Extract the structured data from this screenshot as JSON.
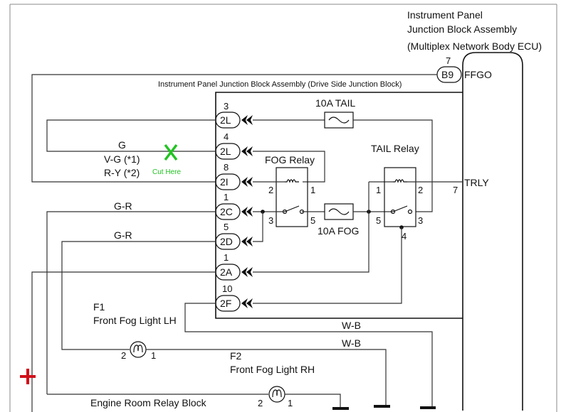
{
  "ecu": {
    "title_line1": "Instrument Panel",
    "title_line2": "Junction Block Assembly",
    "title_line3": "(Multiplex Network Body ECU)",
    "pin_b9_num": "7",
    "pin_b9_label": "B9",
    "ffgo_label": "FFGO",
    "trly_label": "TRLY",
    "trly_pin": "7"
  },
  "junction_block": {
    "title": "Instrument Panel Junction Block Assembly (Drive Side Junction Block)",
    "connectors": [
      {
        "num": "3",
        "label": "2L"
      },
      {
        "num": "4",
        "label": "2L"
      },
      {
        "num": "8",
        "label": "2I"
      },
      {
        "num": "1",
        "label": "2C"
      },
      {
        "num": "5",
        "label": "2D"
      },
      {
        "num": "1",
        "label": "2A"
      },
      {
        "num": "10",
        "label": "2F"
      }
    ],
    "fuse_tail": "10A TAIL",
    "fuse_fog": "10A FOG",
    "fog_relay": {
      "title": "FOG Relay",
      "pin2": "2",
      "pin1": "1",
      "pin3": "3",
      "pin5": "5"
    },
    "tail_relay": {
      "title": "TAIL Relay",
      "pin1": "1",
      "pin2": "2",
      "pin5": "5",
      "pin3": "3",
      "pin4": "4"
    }
  },
  "wires": {
    "g": "G",
    "vg": "V-G (*1)",
    "ry": "R-Y (*2)",
    "gr1": "G-R",
    "gr2": "G-R",
    "wb1": "W-B",
    "wb2": "W-B"
  },
  "cut_here": "Cut Here",
  "f1": {
    "id": "F1",
    "name": "Front Fog Light LH",
    "pin2": "2",
    "pin1": "1"
  },
  "f2": {
    "id": "F2",
    "name": "Front Fog Light RH"
  },
  "engine_room": {
    "name": "Engine Room Relay Block",
    "pin2": "2",
    "pin1": "1"
  }
}
